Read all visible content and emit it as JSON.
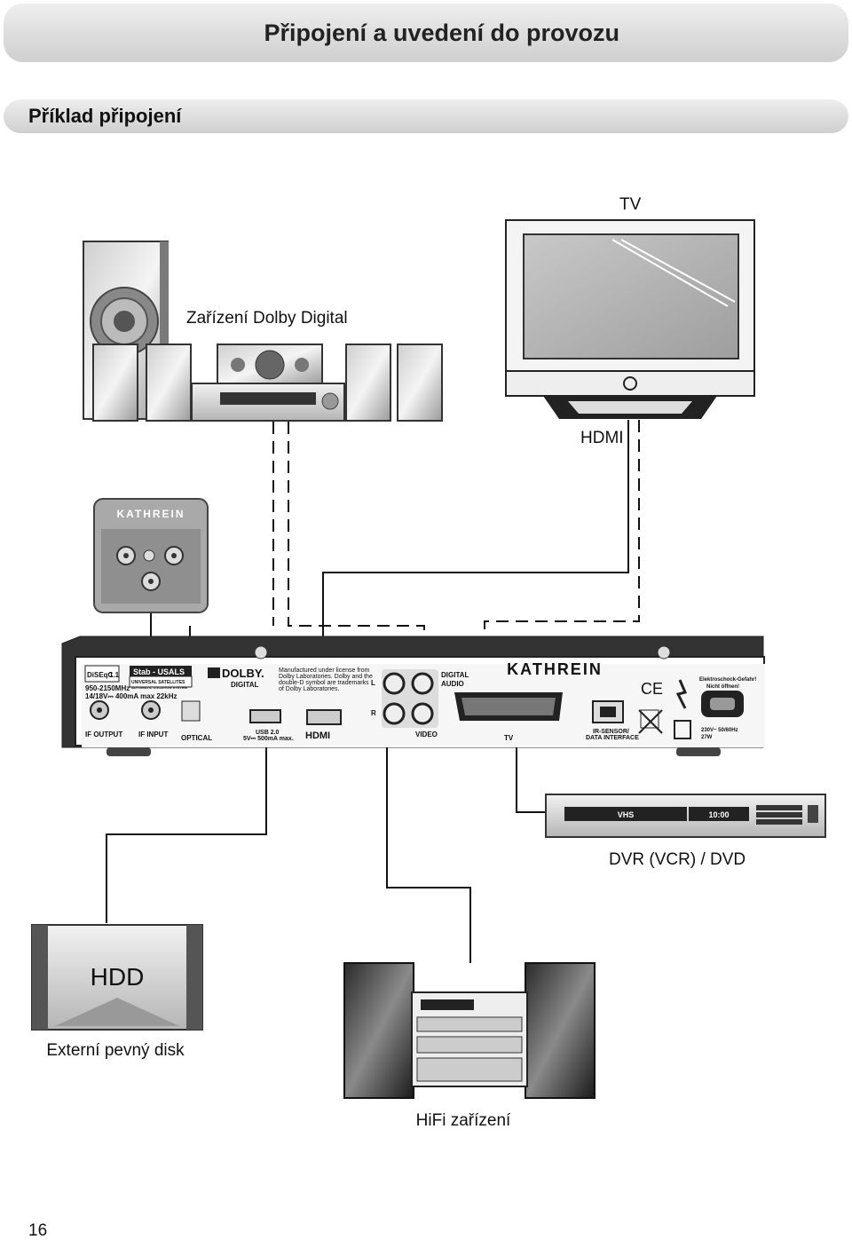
{
  "header": {
    "title": "Připojení a uvedení do provozu"
  },
  "section": {
    "title": "Příklad připojení"
  },
  "devices": {
    "tv": "TV",
    "dolby": "Zařízení Dolby Digital",
    "hdmi": "HDMI",
    "dvr": "DVR (VCR) / DVD",
    "hdd_big": "HDD",
    "hdd_caption": "Externí pevný disk",
    "hifi": "HiFi zařízení"
  },
  "wall_socket": {
    "brand": "KATHREIN"
  },
  "receiver": {
    "brand": "KATHREIN",
    "diseqc": "DiSEqC",
    "diseqc_ver": "1.1",
    "sat_usals": "Stab - USALS",
    "usals_sub1": "UNIVERSAL SATELLITES",
    "usals_sub2": "AUTOMATIC LOCATION SYSTEM",
    "freq": "950-2150MHz",
    "power_if": "14/18V⎓ 400mA max 22kHz",
    "if_output": "IF OUTPUT",
    "if_input": "IF INPUT",
    "optical": "OPTICAL",
    "dolby_logo": "DOLBY.",
    "dolby_digital": "DIGITAL",
    "license_1": "Manufactured under license from",
    "license_2": "Dolby Laboratories. Dolby and the",
    "license_3": "double-D symbol are trademarks",
    "license_4": "of Dolby Laboratories.",
    "usb_1": "USB 2.0",
    "usb_2": "5V⎓ 500mA max.",
    "hdmi_logo": "HDMI",
    "l": "L",
    "r": "R",
    "video": "VIDEO",
    "digital_audio_1": "DIGITAL",
    "digital_audio_2": "AUDIO",
    "tv_scart": "TV",
    "ir_1": "IR-SENSOR/",
    "ir_2": "DATA INTERFACE",
    "ce": "CE",
    "warn_1": "Elektroschock-Gefahr!",
    "warn_2": "Nicht öffnen!",
    "mains_1": "230V~ 50/60Hz",
    "mains_2": "27W"
  },
  "dvr_unit": {
    "display_left": "VHS",
    "display_right": "10:00"
  },
  "page_number": "16"
}
